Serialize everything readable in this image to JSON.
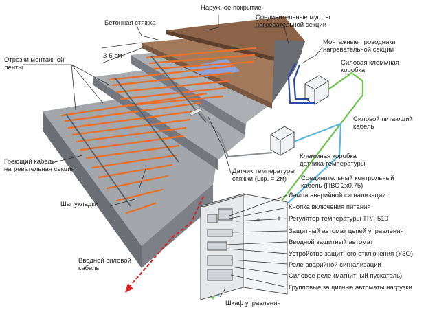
{
  "labels": {
    "outer_cover": "Наружное покрытие",
    "concrete_screed": "Бетонная стяжка",
    "thickness": "3-5 см",
    "couplings": "Соединительные муфты\nнагревательной секции",
    "mount_wires": "Монтажные проводники\nнагревательной секции",
    "tape_pieces": "Отрезки монтажной\nленты",
    "power_box": "Силовая клеммная\nкоробка",
    "power_cable": "Силовой питающий\nкабель",
    "sensor_box": "Клеммная коробка\nдатчика температуры",
    "control_cable": "Соединительный контрольный\nкабель (ПВС 2х0.75)",
    "heating_cable": "Греющий кабель-\nнагревательная секция",
    "temp_sensor": "Датчик температуры\nстяжки (Lкр. = 2м)",
    "pitch": "Шаг укладки",
    "input_cable": "Вводной силовой\nкабель",
    "cabinet": "Шкаф управления"
  },
  "cabinet_items": [
    "Лампа аварийной сигнализации",
    "Кнопка включения питания",
    "Регулятор температуры ТРЛ-510",
    "Защитный автомат цепей управления",
    "Вводной защитный автомат",
    "Устройство защитного отключения (УЗО)",
    "Реле аварийной сигнализации",
    "Силовое реле (магнитный пускатель)",
    "Групповые защитные автоматы нагрузки"
  ],
  "colors": {
    "concrete_top": "#9ea1a6",
    "concrete_side": "#6f7278",
    "brown_top": "#a77c5e",
    "heating_cable": "#e8702a",
    "power_line": "#6cc24a",
    "control_line": "#5ab7e0",
    "input_line": "#e02020",
    "conduit_blue": "#2e4a9e"
  }
}
